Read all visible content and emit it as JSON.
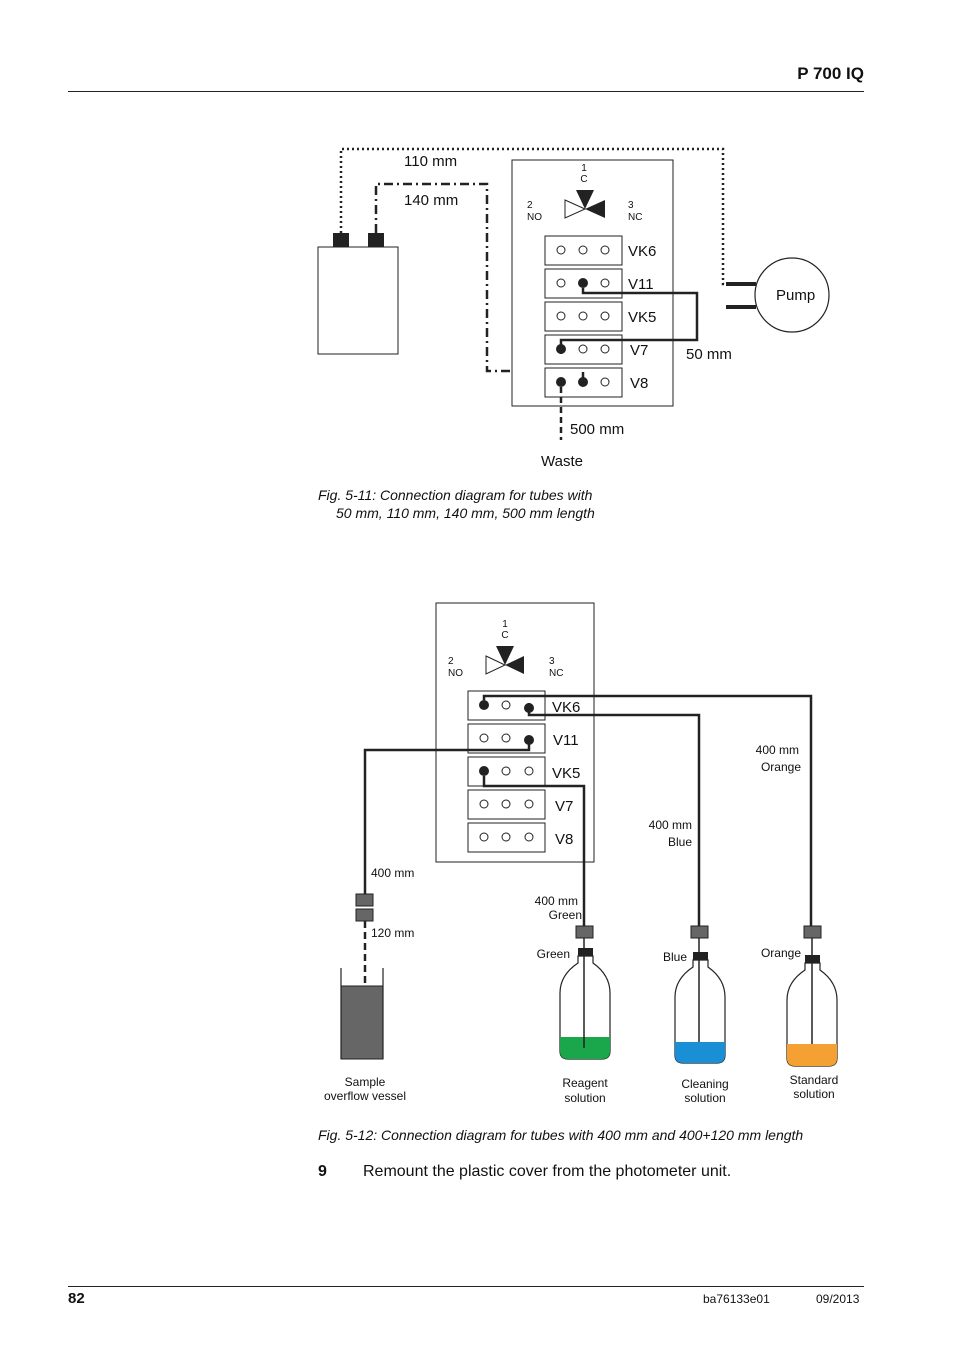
{
  "header": {
    "title": "P 700 IQ"
  },
  "figure1": {
    "labels": {
      "tube_110": "110 mm",
      "tube_140": "140 mm",
      "tube_50": "50 mm",
      "tube_500": "500 mm",
      "waste": "Waste",
      "pump": "Pump"
    },
    "valve": {
      "port1": "1",
      "port1_name": "C",
      "port2": "2",
      "port2_name": "NO",
      "port3": "3",
      "port3_name": "NC"
    },
    "valve_rows": [
      "VK6",
      "V11",
      "VK5",
      "V7",
      "V8"
    ],
    "caption_line1": "Fig. 5-11: Connection diagram for tubes with",
    "caption_line2": "50 mm, 110 mm, 140 mm, 500 mm length"
  },
  "figure2": {
    "valve": {
      "port1": "1",
      "port1_name": "C",
      "port2": "2",
      "port2_name": "NO",
      "port3": "3",
      "port3_name": "NC"
    },
    "valve_rows": [
      "VK6",
      "V11",
      "VK5",
      "V7",
      "V8"
    ],
    "tube_labels": {
      "sample_400": "400 mm",
      "sample_120": "120 mm",
      "green_len": "400 mm",
      "green_color": "Green",
      "blue_len": "400 mm",
      "blue_color": "Blue",
      "orange_len": "400 mm",
      "orange_color": "Orange"
    },
    "bottle_labels": {
      "green": "Green",
      "blue": "Blue",
      "orange": "Orange"
    },
    "vessels": {
      "sample_1": "Sample",
      "sample_2": "overflow vessel",
      "reagent_1": "Reagent",
      "reagent_2": "solution",
      "cleaning_1": "Cleaning",
      "cleaning_2": "solution",
      "standard_1": "Standard",
      "standard_2": "solution"
    },
    "colors": {
      "green": "#1aa64a",
      "blue": "#1b8fd6",
      "orange": "#f5a033",
      "vessel": "#666666"
    },
    "caption": "Fig. 5-12: Connection diagram for tubes with 400 mm and 400+120 mm length"
  },
  "step": {
    "number": "9",
    "text": "Remount the plastic cover from the photometer unit."
  },
  "footer": {
    "page": "82",
    "doc_code": "ba76133e01",
    "date": "09/2013"
  }
}
